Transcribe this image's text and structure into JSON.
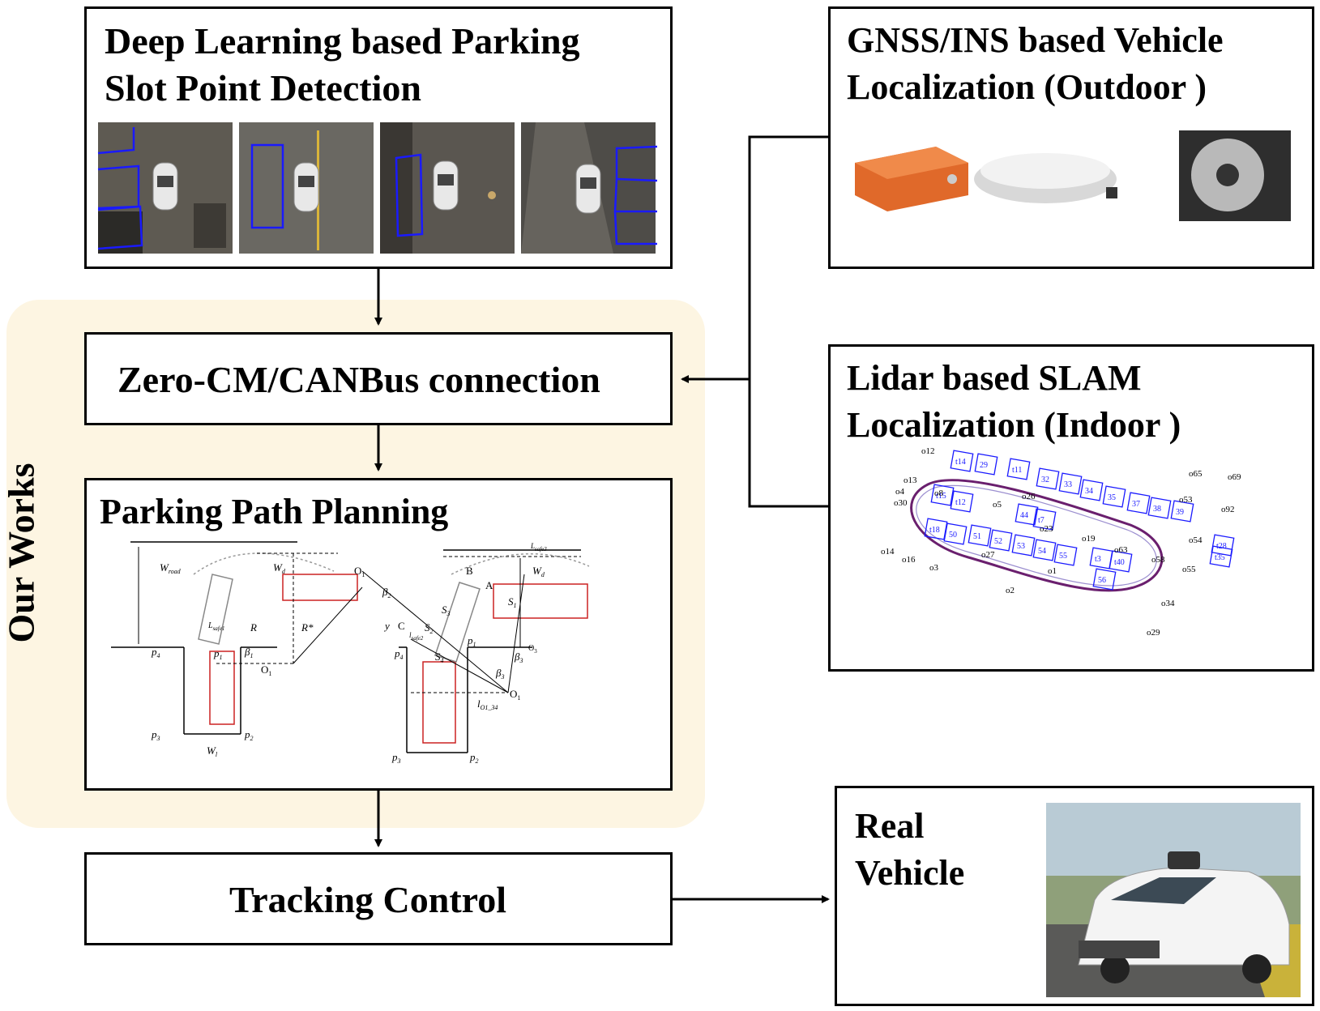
{
  "our_works": {
    "label": "Our Works"
  },
  "boxes": {
    "detection": {
      "line1": "Deep Learning based Parking",
      "line2": "Slot Point Detection"
    },
    "connection": {
      "label": "Zero-CM/CANBus connection"
    },
    "planning": {
      "label": "Parking Path Planning"
    },
    "tracking": {
      "label": "Tracking Control"
    },
    "gnss": {
      "line1": "GNSS/INS based Vehicle",
      "line2": "Localization (Outdoor )"
    },
    "lidar": {
      "line1": "Lidar based SLAM",
      "line2": "Localization (Indoor )"
    },
    "vehicle": {
      "line1": "Real",
      "line2": "Vehicle"
    }
  },
  "diagram_labels": {
    "left": {
      "w_road": "W",
      "w_road_sub": "road",
      "w_d": "W",
      "w_d_sub": "d",
      "r": "R",
      "r_star": "R*",
      "p4": "p",
      "p4_sub": "4",
      "p1": "p",
      "p1_sub": "1",
      "p3": "p",
      "p3_sub": "3",
      "p2": "p",
      "p2_sub": "2",
      "o1": "O",
      "o1_sub": "1",
      "w_l": "W",
      "w_l_sub": "l",
      "beta1": "β",
      "beta1_sub": "1",
      "l_safe": "L",
      "l_safe_sub": "safe1"
    },
    "right": {
      "o1_top": "O",
      "o1_top_sub": "1",
      "b": "B",
      "a": "A",
      "c": "C",
      "y": "y",
      "beta2": "β",
      "beta2_sub": "2",
      "s3": "S",
      "s3_sub": "3",
      "s2": "S",
      "s2_sub": "2",
      "s1": "S",
      "s1_sub": "1",
      "s4": "S",
      "s4_sub": "4",
      "w_d": "W",
      "w_d_sub": "d",
      "l_safe3": "L",
      "l_safe3_sub": "safe3",
      "p4": "p",
      "p4_sub": "4",
      "p1": "p",
      "p1_sub": "1",
      "o3": "O",
      "o3_sub": "3",
      "beta3a": "β",
      "beta3a_sub": "3",
      "beta3b": "β",
      "beta3b_sub": "3",
      "o1": "O",
      "o1_sub": "1",
      "l_o1": "l",
      "l_o1_sub": "O1_34",
      "p3": "p",
      "p3_sub": "3",
      "p2": "p",
      "p2_sub": "2",
      "l_safe2": "l",
      "l_safe2_sub": "safe2"
    }
  },
  "slam_labels": [
    "t14",
    "29",
    "t11",
    "32",
    "33",
    "34",
    "35",
    "37",
    "38",
    "39",
    "t15",
    "t12",
    "44",
    "t7",
    "t18",
    "50",
    "51",
    "52",
    "53",
    "54",
    "55",
    "t3",
    "t40",
    "56",
    "t28",
    "t35"
  ],
  "slam_points": [
    "o12",
    "o13",
    "o4",
    "o30",
    "o5",
    "o8",
    "o65",
    "o69",
    "o53",
    "o92",
    "o14",
    "o16",
    "o3",
    "o1",
    "o2",
    "o19",
    "o23",
    "o26",
    "o27",
    "o34",
    "o29",
    "o54",
    "o55",
    "o58",
    "o63"
  ],
  "colors": {
    "box_border": "#000000",
    "our_works_bg": "#fdf5e2",
    "slot_lines": "#1a1aff",
    "car_outline": "#cc2222",
    "slam_track": "#6a1f6e"
  }
}
